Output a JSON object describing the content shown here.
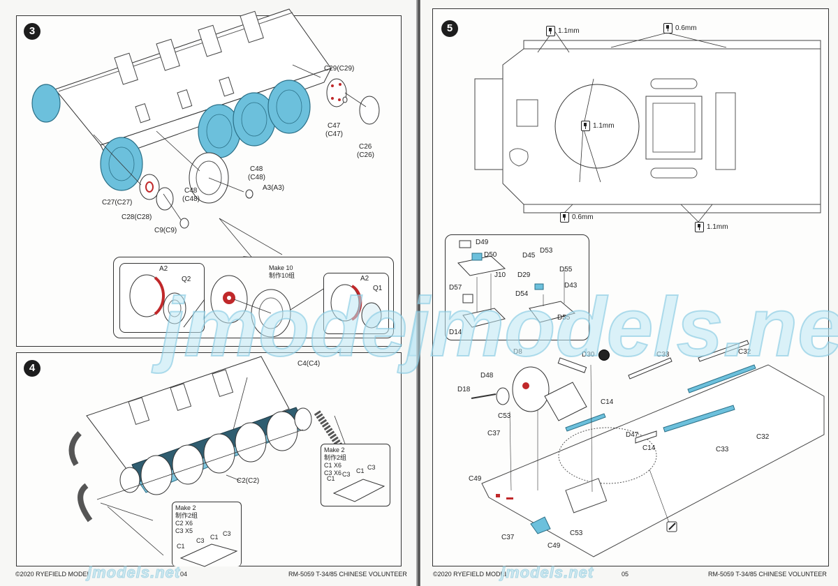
{
  "document": {
    "title": "RM-5059 T-34/85 Chinese Volunteer assembly instructions",
    "watermark": "jmodels.net",
    "colors": {
      "highlight_blue": "#6cc0dc",
      "glue_red": "#c0282a",
      "badge_black": "#1d1d1d",
      "watermark_blue": "#cfe9f1"
    }
  },
  "pages": [
    {
      "footer": {
        "copyright": "©2020 RYEFIELD MODEL",
        "page_number": "04",
        "product": "RM-5059 T-34/85 CHINESE VOLUNTEER"
      },
      "steps": [
        {
          "number": "3",
          "labels": [
            "C29(C29)",
            "C47",
            "(C47)",
            "C26",
            "(C26)",
            "C48",
            "(C48)",
            "A3(A3)",
            "C48",
            "(C48)",
            "C27(C27)",
            "C28(C28)",
            "C9(C9)"
          ],
          "callout": {
            "note_line1": "Make 10",
            "note_line2": "制作10组",
            "left_box_labels": [
              "A2",
              "Q2"
            ],
            "right_box_labels": [
              "A2",
              "Q1"
            ]
          }
        },
        {
          "number": "4",
          "labels": [
            "C4(C4)",
            "C2(C2)"
          ],
          "box_right": {
            "line1": "Make 2",
            "line2": "制作2组",
            "line3": "C1 X6",
            "line4": "C3 X6",
            "parts": [
              "C1",
              "C3",
              "C1",
              "C3"
            ]
          },
          "box_bottom": {
            "line1": "Make 2",
            "line2": "制作2组",
            "line3": "C2 X6",
            "line4": "C3 X5",
            "parts": [
              "C1",
              "C3",
              "C1",
              "C3"
            ]
          }
        }
      ]
    },
    {
      "footer": {
        "copyright": "©2020 RYEFIELD MODEL",
        "page_number": "05",
        "product": "RM-5059 T-34/85 CHINESE VOLUNTEER"
      },
      "steps": [
        {
          "number": "5",
          "drill_marks": [
            {
              "size": "1.1mm",
              "position": "top-left"
            },
            {
              "size": "0.6mm",
              "position": "top-right"
            },
            {
              "size": "1.1mm",
              "position": "center"
            },
            {
              "size": "0.6mm",
              "position": "bottom-left"
            },
            {
              "size": "1.1mm",
              "position": "bottom-right"
            }
          ],
          "inset_labels": [
            "D49",
            "D50",
            "J10",
            "D57",
            "D14",
            "D45",
            "D53",
            "D29",
            "D55",
            "D54",
            "D43",
            "D55"
          ],
          "labels": [
            "D8",
            "D30",
            "D48",
            "D18",
            "C53",
            "C37",
            "C14",
            "D47",
            "C33",
            "C32",
            "C14",
            "C33",
            "C32",
            "C49",
            "C37",
            "C53",
            "C49"
          ]
        }
      ]
    }
  ]
}
